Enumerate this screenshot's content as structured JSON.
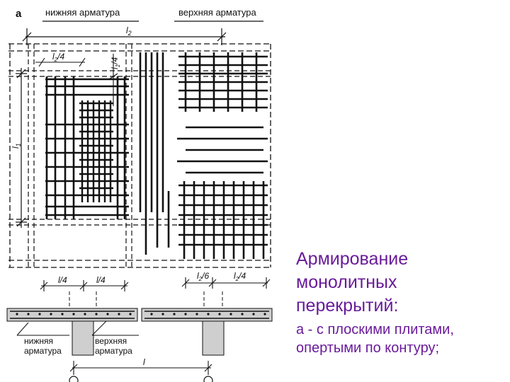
{
  "figure": {
    "panel_letter": "а",
    "label_bottom_reinforcement": "нижняя арматура",
    "label_top_reinforcement": "верхняя арматура",
    "dim_l2": "l",
    "dim_l2_sub": "2",
    "dim_l1": "l",
    "dim_l1_sub": "1",
    "dim_l2_quarter": "l",
    "dim_l2_quarter_sub": "2",
    "dim_l2_quarter_tail": "/4",
    "dim_l1_quarter": "l",
    "dim_l1_quarter_sub": "1",
    "dim_l1_quarter_tail": "/4",
    "dim_l2_sixth": "l",
    "dim_l2_sixth_sub": "2",
    "dim_l2_sixth_tail": "/6",
    "dim_l2_quarter_b": "l",
    "dim_l2_quarter_b_sub": "2",
    "dim_l2_quarter_b_tail": "/4",
    "section_dim_left": "l/4",
    "section_dim_right": "l/4",
    "section_span": "l",
    "section_label_bottom_line1": "нижняя",
    "section_label_bottom_line2": "арматура",
    "section_label_top_line1": "верхняя",
    "section_label_top_line2": "арматура"
  },
  "caption": {
    "title_line1": "Армирование",
    "title_line2": "монолитных",
    "title_line3": "перекрытий:",
    "subtitle_line1": "а - с плоскими плитами,",
    "subtitle_line2": "опертыми по контуру;"
  }
}
